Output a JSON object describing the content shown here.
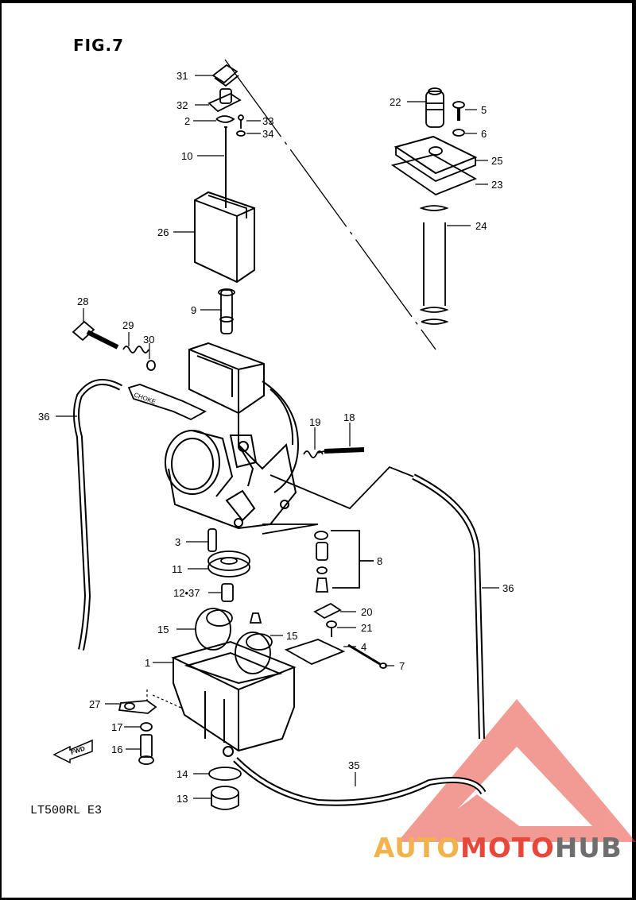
{
  "figure": {
    "title": "FIG.7",
    "model_code": "LT500RL  E3"
  },
  "watermark": {
    "part1": "AUTO",
    "part2": "MOTO",
    "part3": "HUB",
    "color_auto": "#f2b24e",
    "color_moto": "#e8473c",
    "color_hub": "#6e6e6e"
  },
  "callouts": [
    {
      "id": "31",
      "text": "31"
    },
    {
      "id": "32",
      "text": "32"
    },
    {
      "id": "2",
      "text": "2"
    },
    {
      "id": "33",
      "text": "33"
    },
    {
      "id": "34",
      "text": "34"
    },
    {
      "id": "10",
      "text": "10"
    },
    {
      "id": "26",
      "text": "26"
    },
    {
      "id": "9",
      "text": "9"
    },
    {
      "id": "28",
      "text": "28"
    },
    {
      "id": "29",
      "text": "29"
    },
    {
      "id": "30",
      "text": "30"
    },
    {
      "id": "36a",
      "text": "36"
    },
    {
      "id": "19",
      "text": "19"
    },
    {
      "id": "18",
      "text": "18"
    },
    {
      "id": "22",
      "text": "22"
    },
    {
      "id": "5",
      "text": "5"
    },
    {
      "id": "6",
      "text": "6"
    },
    {
      "id": "25",
      "text": "25"
    },
    {
      "id": "23",
      "text": "23"
    },
    {
      "id": "24",
      "text": "24"
    },
    {
      "id": "3",
      "text": "3"
    },
    {
      "id": "11",
      "text": "11"
    },
    {
      "id": "12-37",
      "text": "12•37"
    },
    {
      "id": "8",
      "text": "8"
    },
    {
      "id": "36b",
      "text": "36"
    },
    {
      "id": "20",
      "text": "20"
    },
    {
      "id": "21",
      "text": "21"
    },
    {
      "id": "4",
      "text": "4"
    },
    {
      "id": "7",
      "text": "7"
    },
    {
      "id": "15a",
      "text": "15"
    },
    {
      "id": "15b",
      "text": "15"
    },
    {
      "id": "1",
      "text": "1"
    },
    {
      "id": "27",
      "text": "27"
    },
    {
      "id": "17",
      "text": "17"
    },
    {
      "id": "16",
      "text": "16"
    },
    {
      "id": "14",
      "text": "14"
    },
    {
      "id": "13",
      "text": "13"
    },
    {
      "id": "35",
      "text": "35"
    }
  ],
  "labels": {
    "fwd": "FWD",
    "choke": "CHOKE"
  }
}
